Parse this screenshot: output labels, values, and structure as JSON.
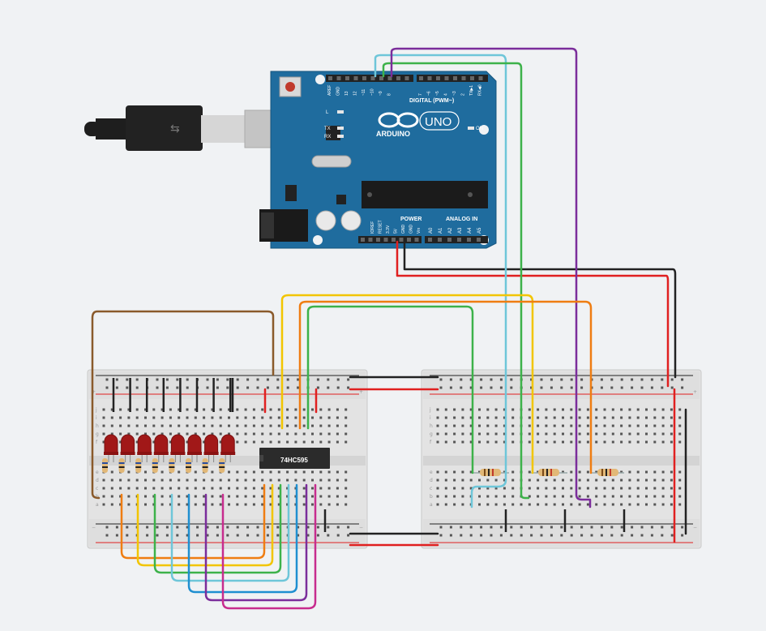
{
  "arduino": {
    "digital_header": "DIGITAL (PWM~)",
    "digital_pins": [
      "AREF",
      "GND",
      "13",
      "12",
      "~11",
      "~10",
      "~9",
      "8",
      "7",
      "~6",
      "~5",
      "4",
      "~3",
      "2",
      "TX▶1",
      "RX◀0"
    ],
    "power_header": "POWER",
    "power_pins": [
      "IOREF",
      "RESET",
      "3.3V",
      "5V",
      "GND",
      "GND",
      "Vin"
    ],
    "analog_header": "ANALOG IN",
    "analog_pins": [
      "A0",
      "A1",
      "A2",
      "A3",
      "A4",
      "A5"
    ],
    "brand": "ARDUINO",
    "model": "UNO",
    "led_l": "L",
    "led_tx": "TX",
    "led_rx": "RX",
    "led_on": "ON"
  },
  "chip": {
    "label": "74HC595"
  },
  "breadboard": {
    "row_letters_top": [
      "j",
      "i",
      "h",
      "g",
      "f"
    ],
    "row_letters_bottom": [
      "e",
      "d",
      "c",
      "b",
      "a"
    ],
    "plus": "+",
    "minus": "−"
  },
  "colors": {
    "board_blue": "#1f6c9e",
    "wire_red": "#e02020",
    "wire_black": "#222222",
    "wire_brown": "#8a5a2b",
    "wire_yellow": "#f2c500",
    "wire_orange": "#ef7d12",
    "wire_green": "#3db24a",
    "wire_cyan": "#6ec6d9",
    "wire_blue": "#1f8fd0",
    "wire_purple": "#7b2d9b",
    "wire_magenta": "#c72c8e",
    "led_red": "#a11818"
  },
  "icons": [
    "usb-cable-icon",
    "dc-jack-icon",
    "reset-button-icon"
  ]
}
